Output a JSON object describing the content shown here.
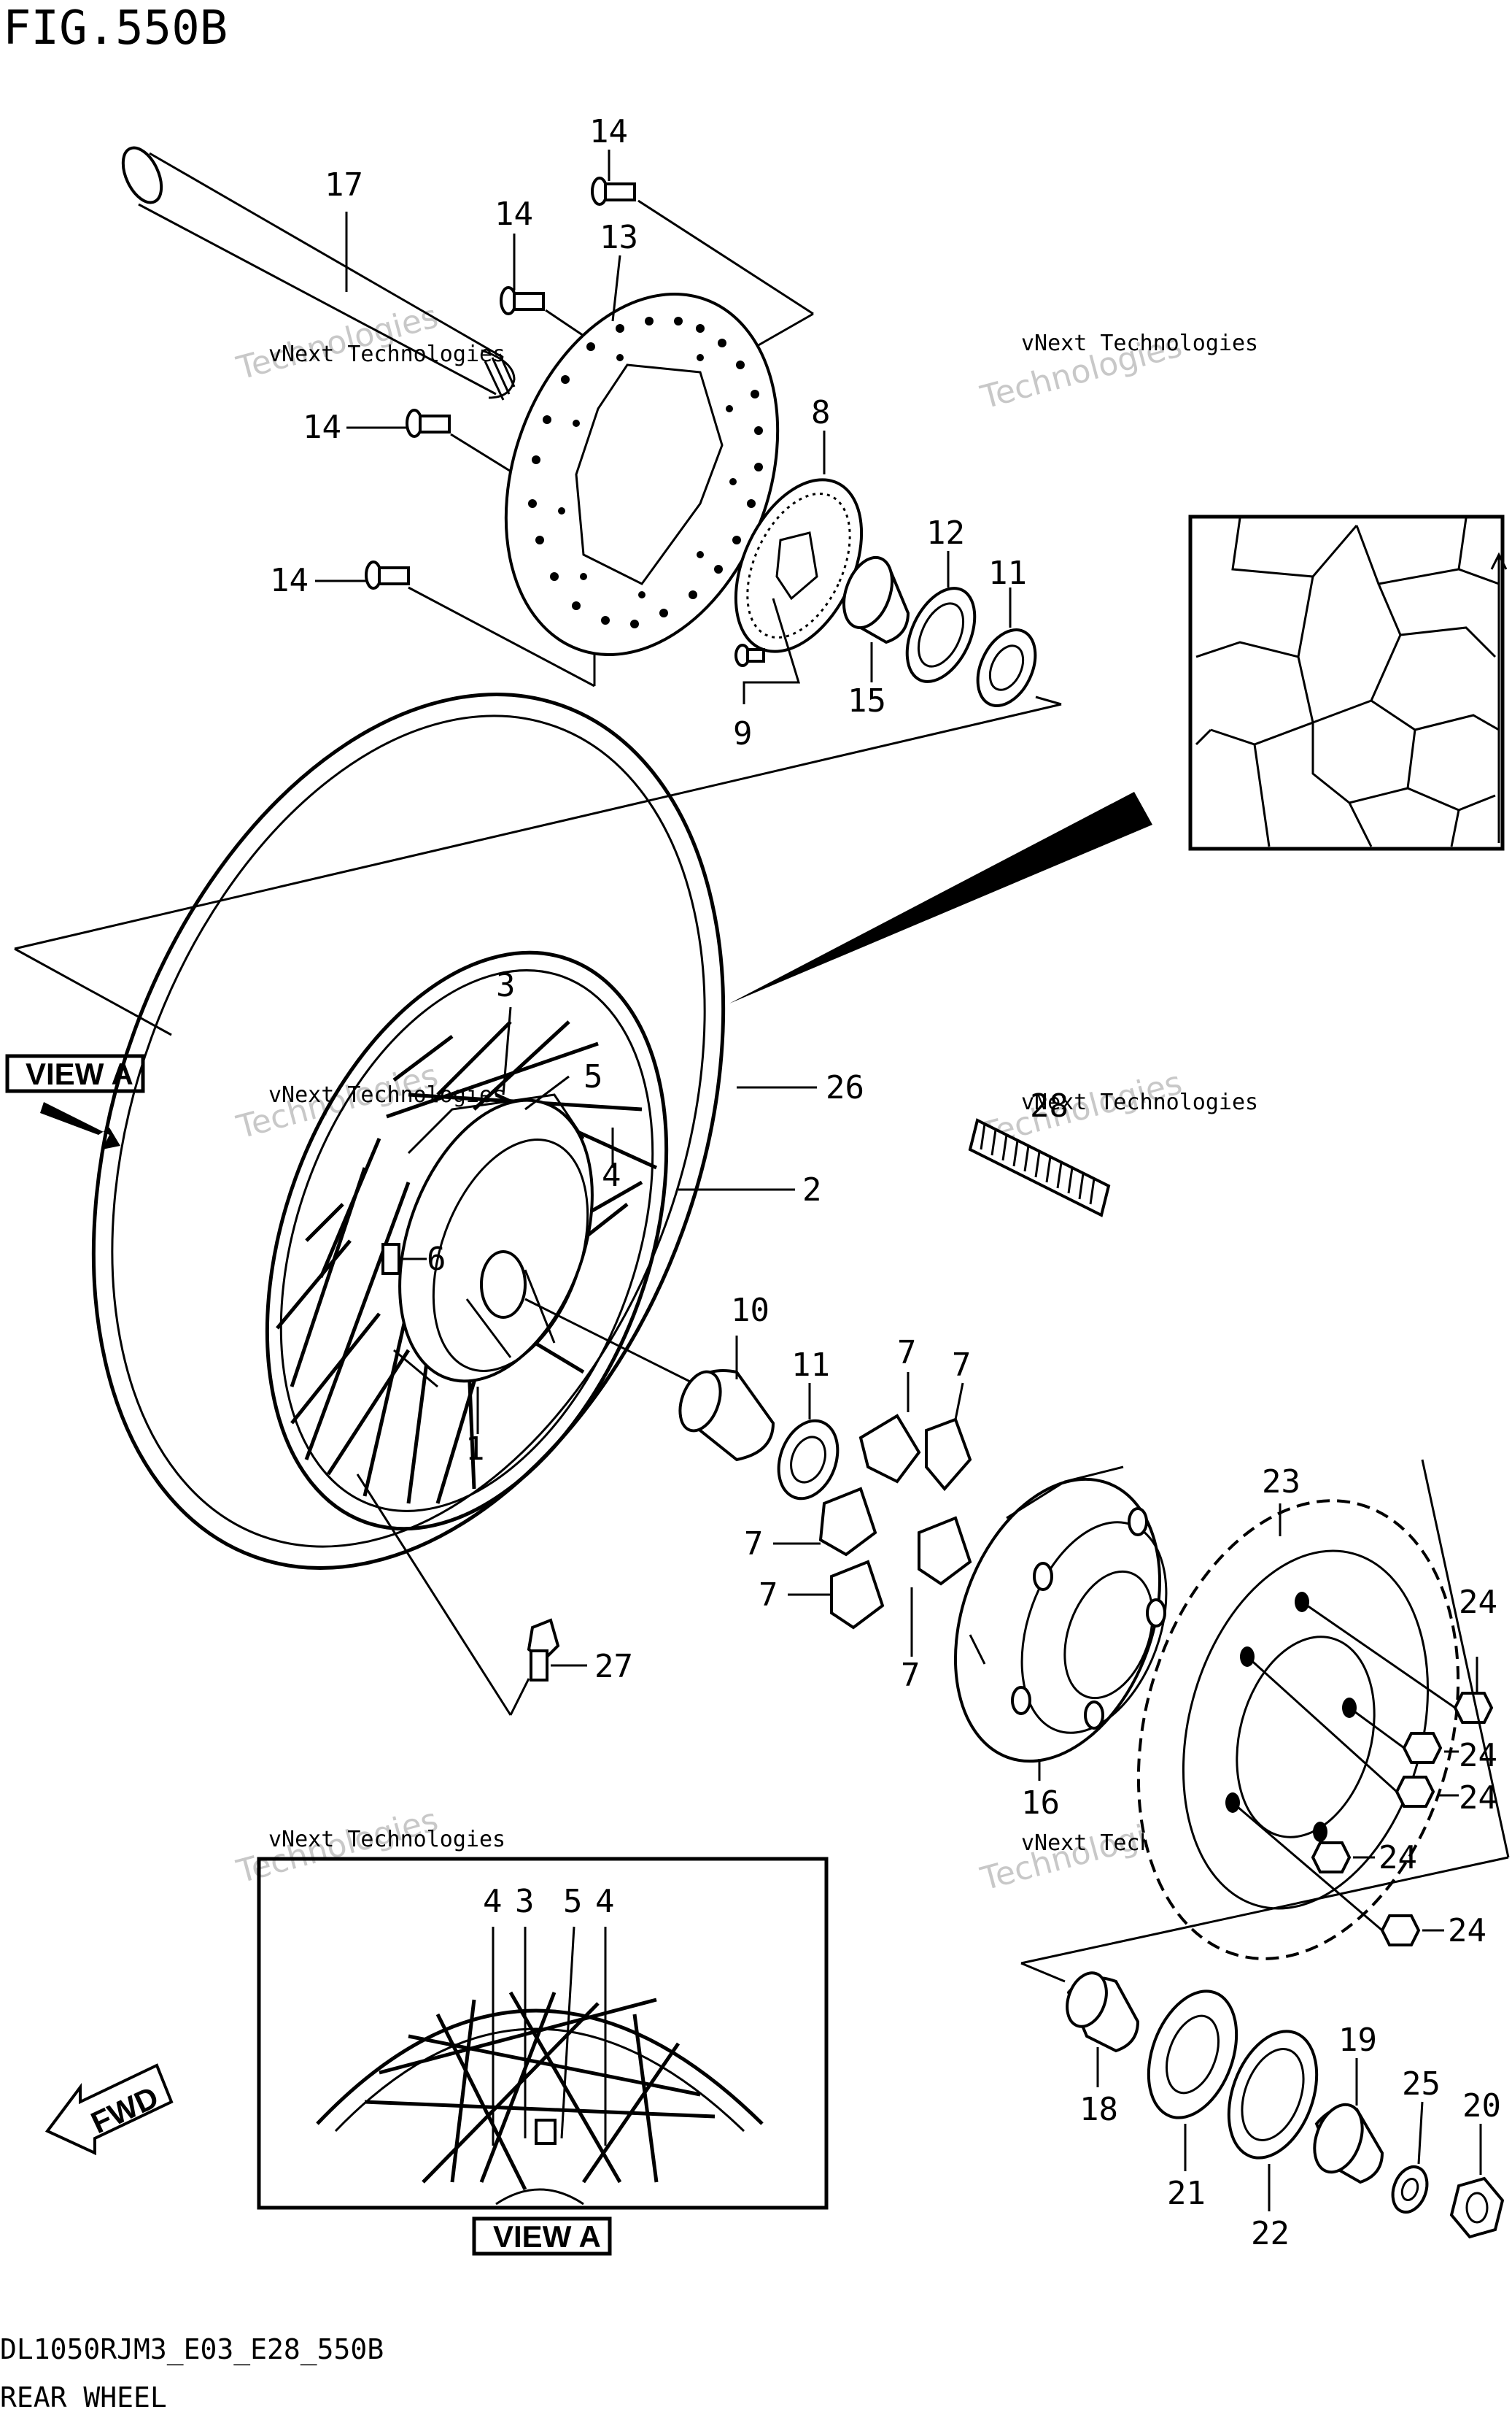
{
  "figure": {
    "title": "FIG.550B",
    "code": "DL1050RJM3_E03_E28_550B",
    "name": "REAR WHEEL"
  },
  "view_label": "VIEW A",
  "fwd_label": "FWD",
  "watermark": {
    "line1": "vNext Technologies",
    "line2": "vNext",
    "line3": "Technologies"
  },
  "callouts": {
    "c1": "1",
    "c2": "2",
    "c3": "3",
    "c4": "4",
    "c5": "5",
    "c6": "6",
    "c7a": "7",
    "c7b": "7",
    "c7c": "7",
    "c7d": "7",
    "c7e": "7",
    "c8": "8",
    "c9": "9",
    "c10": "10",
    "c11a": "11",
    "c11b": "11",
    "c12": "12",
    "c13": "13",
    "c14a": "14",
    "c14b": "14",
    "c14c": "14",
    "c14d": "14",
    "c15": "15",
    "c16": "16",
    "c17": "17",
    "c18": "18",
    "c19": "19",
    "c20": "20",
    "c21": "21",
    "c22": "22",
    "c23": "23",
    "c24a": "24",
    "c24b": "24",
    "c24c": "24",
    "c24d": "24",
    "c24e": "24",
    "c25": "25",
    "c26": "26",
    "c27": "27",
    "c28": "28",
    "v4a": "4",
    "v3": "3",
    "v5": "5",
    "v4b": "4"
  }
}
